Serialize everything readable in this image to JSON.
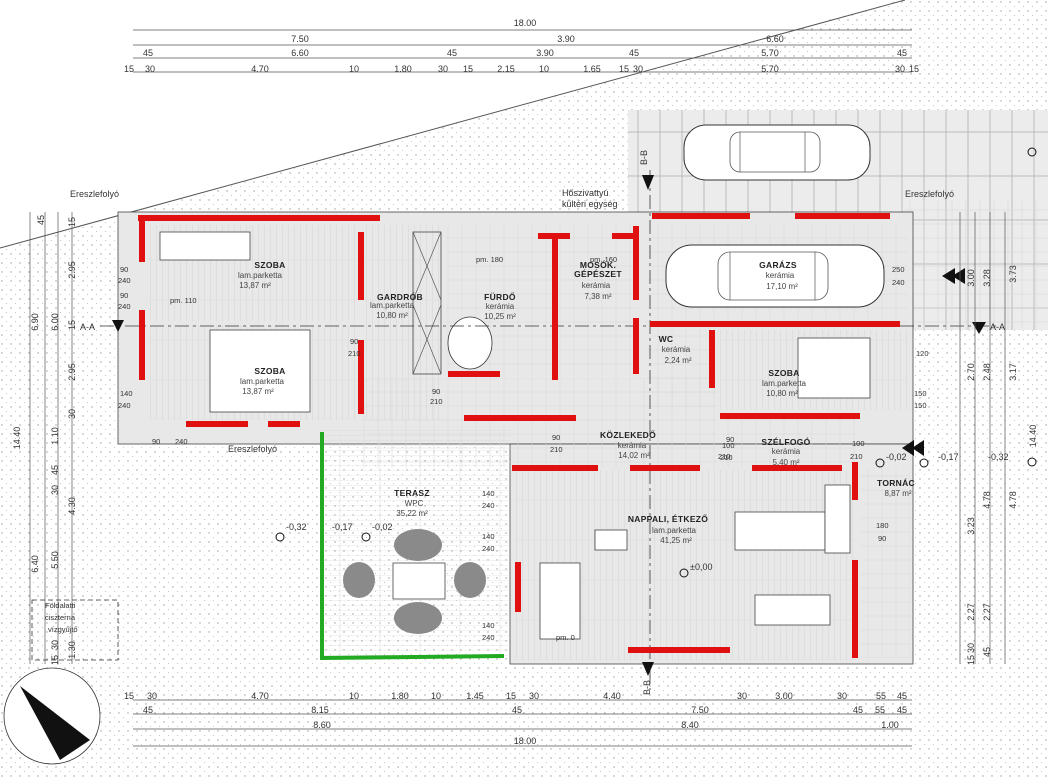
{
  "top_dims": {
    "row1": [
      "18.00"
    ],
    "row2": [
      "7.50",
      "3.90",
      "6.60"
    ],
    "row3": [
      "45",
      "6.60",
      "45",
      "3.90",
      "45",
      "5.70",
      "45"
    ],
    "row4": [
      "15",
      "30",
      "4.70",
      "10",
      "1.80",
      "30",
      "15",
      "2.15",
      "10",
      "1.65",
      "15",
      "30",
      "5.70",
      "30",
      "15"
    ]
  },
  "bottom_dims": {
    "row1": [
      "15",
      "30",
      "4.70",
      "10",
      "1.80",
      "10",
      "1.45",
      "15",
      "30",
      "4.40",
      "30",
      "3.00",
      "30",
      "55",
      "45"
    ],
    "row2": [
      "45",
      "8.15",
      "45",
      "7.50",
      "45",
      "55",
      "45"
    ],
    "row3": [
      "8.60",
      "8.40",
      "1.00"
    ],
    "row4": [
      "18.00"
    ]
  },
  "left_dims": [
    "45",
    "2.95",
    "15",
    "6.00",
    "6.90",
    "2.95",
    "15",
    "30",
    "1.10",
    "14.40",
    "45",
    "4.30",
    "30",
    "5.50",
    "6.40",
    "1.30",
    "15",
    "30"
  ],
  "right_dims": [
    "3.00",
    "3.28",
    "3.73",
    "2.70",
    "2.48",
    "3.17",
    "14.40",
    "3.23",
    "4.78",
    "4.78",
    "2.27",
    "2.27",
    "45",
    "15",
    "30"
  ],
  "annotations": {
    "eresz1": "Ereszlefolyó",
    "eresz2": "Ereszlefolyó",
    "eresz3": "Ereszlefolyó",
    "hoszi1": "Hőszivattyú",
    "hoszi2": "kültéri egység",
    "foldalatti1": "Földalatti",
    "foldalatti2": "ciszterna",
    "foldalatti3": "vízgyűjtő",
    "aa_left": "A-A",
    "aa_right": "A-A",
    "bb_top": "B-B",
    "bb_bottom": "B-B",
    "level0": "±0,00",
    "level_n032": "-0,32",
    "level_n017": "-0,17",
    "level_n002": "-0,02",
    "level_n002b": "-0,02",
    "level_n017b": "-0,17",
    "level_n032b": "-0,32"
  },
  "rooms": [
    {
      "name": "SZOBA",
      "floor": "lam.parketta",
      "area": "13,87 m²"
    },
    {
      "name": "GARDRÓB",
      "floor": "lam.parketta",
      "area": "10,80 m²"
    },
    {
      "name": "FÜRDŐ",
      "floor": "kerámia",
      "area": "10,25 m²"
    },
    {
      "name": "MOSÓK.",
      "name2": "GÉPÉSZET",
      "floor": "kerámia",
      "area": "7,38 m²"
    },
    {
      "name": "GARÁZS",
      "floor": "kerámia",
      "area": "17,10 m²"
    },
    {
      "name": "SZOBA",
      "floor": "lam.parketta",
      "area": "13,87 m²"
    },
    {
      "name": "WC",
      "floor": "kerámia",
      "area": "2,24 m²"
    },
    {
      "name": "SZOBA",
      "floor": "lam.parketta",
      "area": "10,80 m²"
    },
    {
      "name": "KÖZLEKEDŐ",
      "floor": "kerámia",
      "area": "14,02 m²"
    },
    {
      "name": "SZÉLFOGÓ",
      "floor": "kerámia",
      "area": "5,40 m²"
    },
    {
      "name": "TORNÁC",
      "floor": "",
      "area": "8,87 m²"
    },
    {
      "name": "TERASZ",
      "floor": "WPC",
      "area": "35,22 m²"
    },
    {
      "name": "NAPPALI, ÉTKEZŐ",
      "floor": "lam.parketta",
      "area": "41,25 m²"
    }
  ],
  "openings": [
    "90",
    "240",
    "90",
    "240",
    "140",
    "240",
    "90",
    "210",
    "90",
    "210",
    "90",
    "210",
    "90",
    "210",
    "90",
    "240",
    "140",
    "240",
    "140",
    "240",
    "140",
    "240",
    "100",
    "210",
    "100",
    "210",
    "120",
    "150",
    "150",
    "250",
    "240",
    "180",
    "90",
    "pm. 0",
    "pm. 180",
    "pm. 160",
    "pm. 110"
  ]
}
